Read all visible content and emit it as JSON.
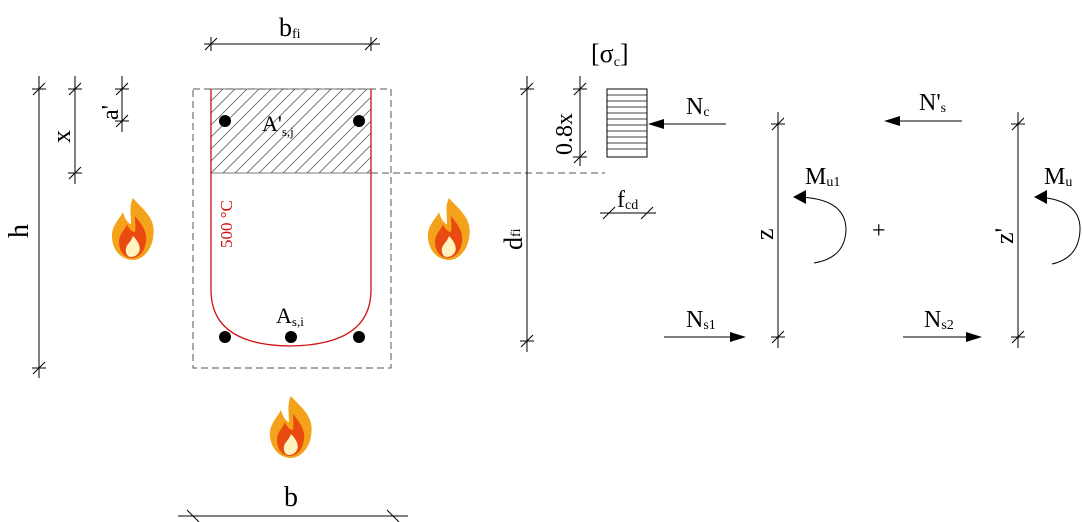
{
  "labels": {
    "b_fi": {
      "main": "b",
      "sub": "fi"
    },
    "b": "b",
    "h": "h",
    "x": "x",
    "a_prime": "a'",
    "d_fi": {
      "main": "d",
      "sub": "fi"
    },
    "comp_steel": {
      "main": "A'",
      "sub": "s,j"
    },
    "tens_steel": {
      "main": "A",
      "sub": "s,i"
    },
    "isotherm": "500 °C",
    "stress": {
      "open": "[σ",
      "sub": "c",
      "close": "]"
    },
    "block_depth": "0.8x",
    "fcd": {
      "main": "f",
      "sub": "cd"
    },
    "Nc": {
      "main": "N",
      "sub": "c"
    },
    "Ns_prime": {
      "main": "N'",
      "sub": "s"
    },
    "Ns1": {
      "main": "N",
      "sub": "s1"
    },
    "Ns2": {
      "main": "N",
      "sub": "s2"
    },
    "Mu1": {
      "main": "M",
      "sub": "u1"
    },
    "Mu": {
      "main": "M",
      "sub": "u"
    },
    "z": "z",
    "z_prime": "z'",
    "plus": "+"
  },
  "colors": {
    "isotherm": "#d01010",
    "flame_outer": "#f5a21b",
    "flame_inner": "#e84a10",
    "flame_core": "#fff3c0"
  },
  "icons": [
    "flame-icon"
  ]
}
